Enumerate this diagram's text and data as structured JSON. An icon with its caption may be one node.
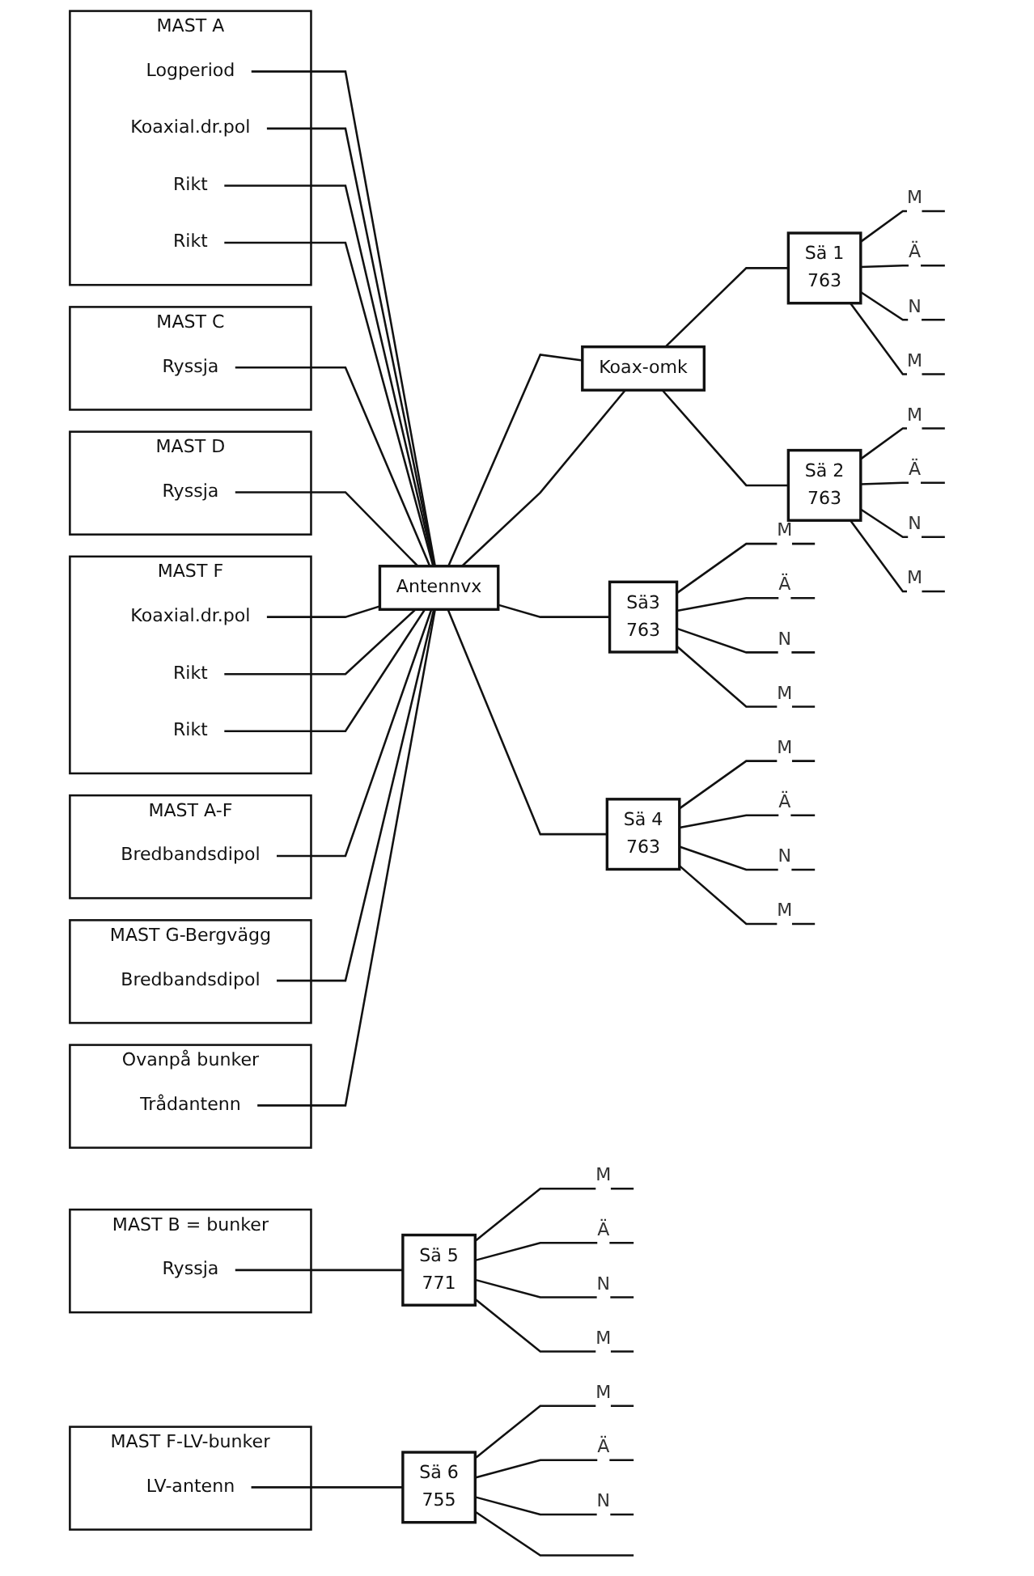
{
  "diagram": {
    "nodes": [
      {
        "text": [
          "MAST A"
        ]
      },
      {
        "text": [
          "Logperiod"
        ],
        "in": 0
      },
      {
        "text": [
          "Koaxial.dr.pol"
        ],
        "in": 0
      },
      {
        "text": [
          "Rikt"
        ],
        "in": 0
      },
      {
        "text": [
          "Rikt"
        ],
        "in": 0
      },
      {
        "text": [
          "MAST C"
        ]
      },
      {
        "text": [
          "Ryssja"
        ],
        "in": 5
      },
      {
        "text": [
          "MAST D"
        ]
      },
      {
        "text": [
          "Ryssja"
        ],
        "in": 7
      },
      {
        "text": [
          "MAST F"
        ]
      },
      {
        "text": [
          "Koaxial.dr.pol"
        ],
        "in": 9
      },
      {
        "text": [
          "Rikt"
        ],
        "in": 9
      },
      {
        "text": [
          "Rikt"
        ],
        "in": 9
      },
      {
        "text": [
          "MAST A-F"
        ]
      },
      {
        "text": [
          "Bredbandsdipol"
        ],
        "in": 13
      },
      {
        "text": [
          "MAST G-Bergvägg"
        ]
      },
      {
        "text": [
          "Bredbandsdipol"
        ],
        "in": 15
      },
      {
        "text": [
          "Ovanpå bunker"
        ]
      },
      {
        "text": [
          "Trådantenn"
        ],
        "in": 17
      },
      {
        "text": [
          "MAST B = bunker"
        ]
      },
      {
        "text": [
          "Ryssja"
        ],
        "in": 19
      },
      {
        "text": [
          "MAST F-LV-bunker"
        ]
      },
      {
        "text": [
          "LV-antenn"
        ],
        "in": 21
      },
      {
        "text": [
          "Antennvx"
        ]
      },
      {
        "text": [
          "Koax-omk"
        ]
      },
      {
        "text": [
          "Sä 1",
          "763"
        ]
      },
      {
        "text": [
          "Sä 2",
          "763"
        ]
      },
      {
        "text": [
          "Sä3",
          "763"
        ]
      },
      {
        "text": [
          "Sä 4",
          "763"
        ]
      },
      {
        "text": [
          "Sä 5",
          "771"
        ]
      },
      {
        "text": [
          "Sä 6",
          "755"
        ]
      }
    ],
    "edges": [
      {
        "from": 1,
        "to": 23,
        "arrow": "none"
      },
      {
        "from": 2,
        "to": 23,
        "arrow": "none"
      },
      {
        "from": 3,
        "to": 23,
        "arrow": "none"
      },
      {
        "from": 4,
        "to": 23,
        "arrow": "none"
      },
      {
        "from": 6,
        "to": 23,
        "arrow": "none"
      },
      {
        "from": 8,
        "to": 23,
        "arrow": "none"
      },
      {
        "from": 10,
        "to": 23,
        "arrow": "none"
      },
      {
        "from": 11,
        "to": 23,
        "arrow": "none"
      },
      {
        "from": 12,
        "to": 23,
        "arrow": "none"
      },
      {
        "from": 14,
        "to": 23,
        "arrow": "none"
      },
      {
        "from": 16,
        "to": 23,
        "arrow": "none"
      },
      {
        "from": 18,
        "to": 23,
        "arrow": "none"
      },
      {
        "from": 20,
        "to": 29,
        "arrow": "none"
      },
      {
        "from": 22,
        "to": 30,
        "arrow": "none"
      },
      {
        "from": 23,
        "to": 24,
        "arrow": "none"
      },
      {
        "from": 23,
        "to": 24,
        "arrow": "none"
      },
      {
        "from": 24,
        "to": 25,
        "arrow": "none"
      },
      {
        "from": 24,
        "to": 26,
        "arrow": "none"
      },
      {
        "from": 23,
        "to": 27,
        "arrow": "none"
      },
      {
        "from": 23,
        "to": 28,
        "arrow": "none"
      },
      {
        "from": 25,
        "to": null,
        "label": "M",
        "arrow": "none"
      },
      {
        "from": 25,
        "to": null,
        "label": "Ä",
        "arrow": "none"
      },
      {
        "from": 25,
        "to": null,
        "label": "N",
        "arrow": "none"
      },
      {
        "from": 25,
        "to": null,
        "label": "M",
        "arrow": "none"
      },
      {
        "from": 26,
        "to": null,
        "label": "M",
        "arrow": "none"
      },
      {
        "from": 26,
        "to": null,
        "label": "Ä",
        "arrow": "none"
      },
      {
        "from": 26,
        "to": null,
        "label": "N",
        "arrow": "none"
      },
      {
        "from": 26,
        "to": null,
        "label": "M",
        "arrow": "none"
      },
      {
        "from": 27,
        "to": null,
        "label": "M",
        "arrow": "none"
      },
      {
        "from": 27,
        "to": null,
        "label": "Ä",
        "arrow": "none"
      },
      {
        "from": 27,
        "to": null,
        "label": "N",
        "arrow": "none"
      },
      {
        "from": 27,
        "to": null,
        "label": "M",
        "arrow": "none"
      },
      {
        "from": 28,
        "to": null,
        "label": "M",
        "arrow": "none"
      },
      {
        "from": 28,
        "to": null,
        "label": "Ä",
        "arrow": "none"
      },
      {
        "from": 28,
        "to": null,
        "label": "N",
        "arrow": "none"
      },
      {
        "from": 28,
        "to": null,
        "label": "M",
        "arrow": "none"
      },
      {
        "from": 29,
        "to": null,
        "label": "M",
        "arrow": "none"
      },
      {
        "from": 29,
        "to": null,
        "label": "Ä",
        "arrow": "none"
      },
      {
        "from": 29,
        "to": null,
        "label": "N",
        "arrow": "none"
      },
      {
        "from": 29,
        "to": null,
        "label": "M",
        "arrow": "none"
      },
      {
        "from": 30,
        "to": null,
        "label": "M",
        "arrow": "none"
      },
      {
        "from": 30,
        "to": null,
        "label": "Ä",
        "arrow": "none"
      },
      {
        "from": 30,
        "to": null,
        "label": "N",
        "arrow": "none"
      },
      {
        "from": 30,
        "to": null,
        "arrow": "none"
      }
    ]
  }
}
